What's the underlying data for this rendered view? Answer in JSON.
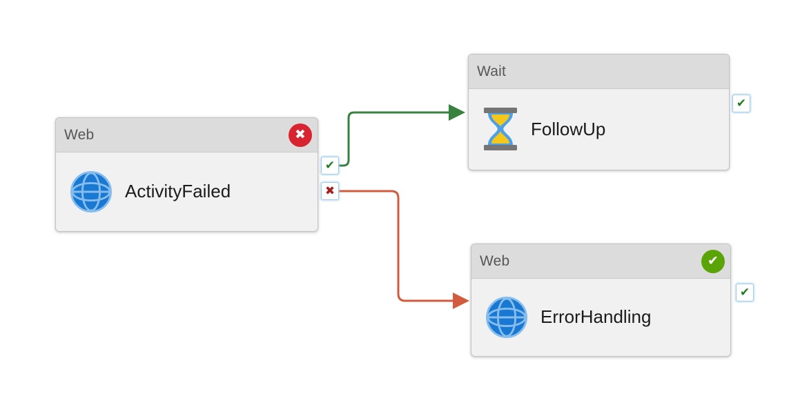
{
  "canvas": {
    "background": "#ffffff"
  },
  "nodes": [
    {
      "type_label": "Web",
      "name": "ActivityFailed",
      "icon": "globe",
      "status": "failed",
      "status_glyph": "✖",
      "ports": [
        {
          "kind": "success",
          "glyph": "✔"
        },
        {
          "kind": "failure",
          "glyph": "✖"
        }
      ]
    },
    {
      "type_label": "Wait",
      "name": "FollowUp",
      "icon": "hourglass",
      "status": "none",
      "status_glyph": "",
      "ports": [
        {
          "kind": "success",
          "glyph": "✔"
        }
      ]
    },
    {
      "type_label": "Web",
      "name": "ErrorHandling",
      "icon": "globe",
      "status": "succeeded",
      "status_glyph": "✔",
      "ports": [
        {
          "kind": "success",
          "glyph": "✔"
        }
      ]
    }
  ],
  "connectors": [
    {
      "from": "ActivityFailed",
      "from_port": "success",
      "to": "FollowUp",
      "color": "#36823e"
    },
    {
      "from": "ActivityFailed",
      "from_port": "failure",
      "to": "ErrorHandling",
      "color": "#d15b3c"
    }
  ],
  "colors": {
    "badge_error_red": "#d82330",
    "badge_success_green": "#5aa408",
    "port_check_green": "#1e7e1e",
    "port_x_red": "#a61e1e",
    "globe_blue": "#1878d2",
    "globe_line": "#86bdec",
    "hourglass_gray": "#757575",
    "hourglass_blue": "#4da0e8",
    "hourglass_sand": "#f5c71a",
    "node_header_gray": "#dcdcdc",
    "node_body_gray": "#f1f1f1"
  }
}
